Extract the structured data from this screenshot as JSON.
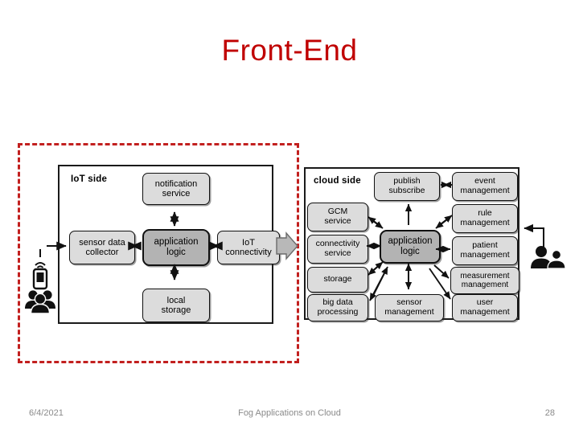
{
  "slide": {
    "title": "Front-End"
  },
  "figure": {
    "iot_panel": {
      "title": "IoT side",
      "nodes": [
        {
          "id": "notification-service",
          "label": "notification\nservice"
        },
        {
          "id": "sensor-data-collector",
          "label": "sensor data\ncollector"
        },
        {
          "id": "application-logic",
          "label": "application\nlogic"
        },
        {
          "id": "iot-connectivity",
          "label": "IoT\nconnectivity"
        },
        {
          "id": "local-storage",
          "label": "local\nstorage"
        }
      ]
    },
    "cloud_panel": {
      "title": "cloud side",
      "nodes": [
        {
          "id": "publish-subscribe",
          "label": "publish\nsubscribe"
        },
        {
          "id": "event-management",
          "label": "event\nmanagement"
        },
        {
          "id": "gcm-service",
          "label": "GCM\nservice"
        },
        {
          "id": "rule-management",
          "label": "rule\nmanagement"
        },
        {
          "id": "connectivity-service",
          "label": "connectivity\nservice"
        },
        {
          "id": "application-logic",
          "label": "application\nlogic"
        },
        {
          "id": "patient-management",
          "label": "patient\nmanagement"
        },
        {
          "id": "storage",
          "label": "storage"
        },
        {
          "id": "measurement-management",
          "label": "measurement\nmanagement"
        },
        {
          "id": "big-data-processing",
          "label": "big data\nprocessing"
        },
        {
          "id": "sensor-management",
          "label": "sensor\nmanagement"
        },
        {
          "id": "user-management",
          "label": "user\nmanagement"
        }
      ]
    },
    "icons": [
      {
        "id": "smartphone-wireless-icon",
        "position": "left"
      },
      {
        "id": "people-group-icon",
        "position": "left"
      },
      {
        "id": "users-pair-icon",
        "position": "right"
      },
      {
        "id": "block-arrow-right-icon",
        "position": "between-panels"
      }
    ],
    "highlight": {
      "id": "red-dashed-highlight",
      "color": "#C2201F",
      "style": "dashed"
    }
  },
  "footer": {
    "date": "6/4/2021",
    "text": "Fog Applications on Cloud",
    "page": "28"
  },
  "colors": {
    "title": "#C00000",
    "highlight": "#C2201F",
    "node_fill": "#dcdcdc",
    "core_fill": "#b3b3b3",
    "footer_text": "#8a8a8a"
  }
}
